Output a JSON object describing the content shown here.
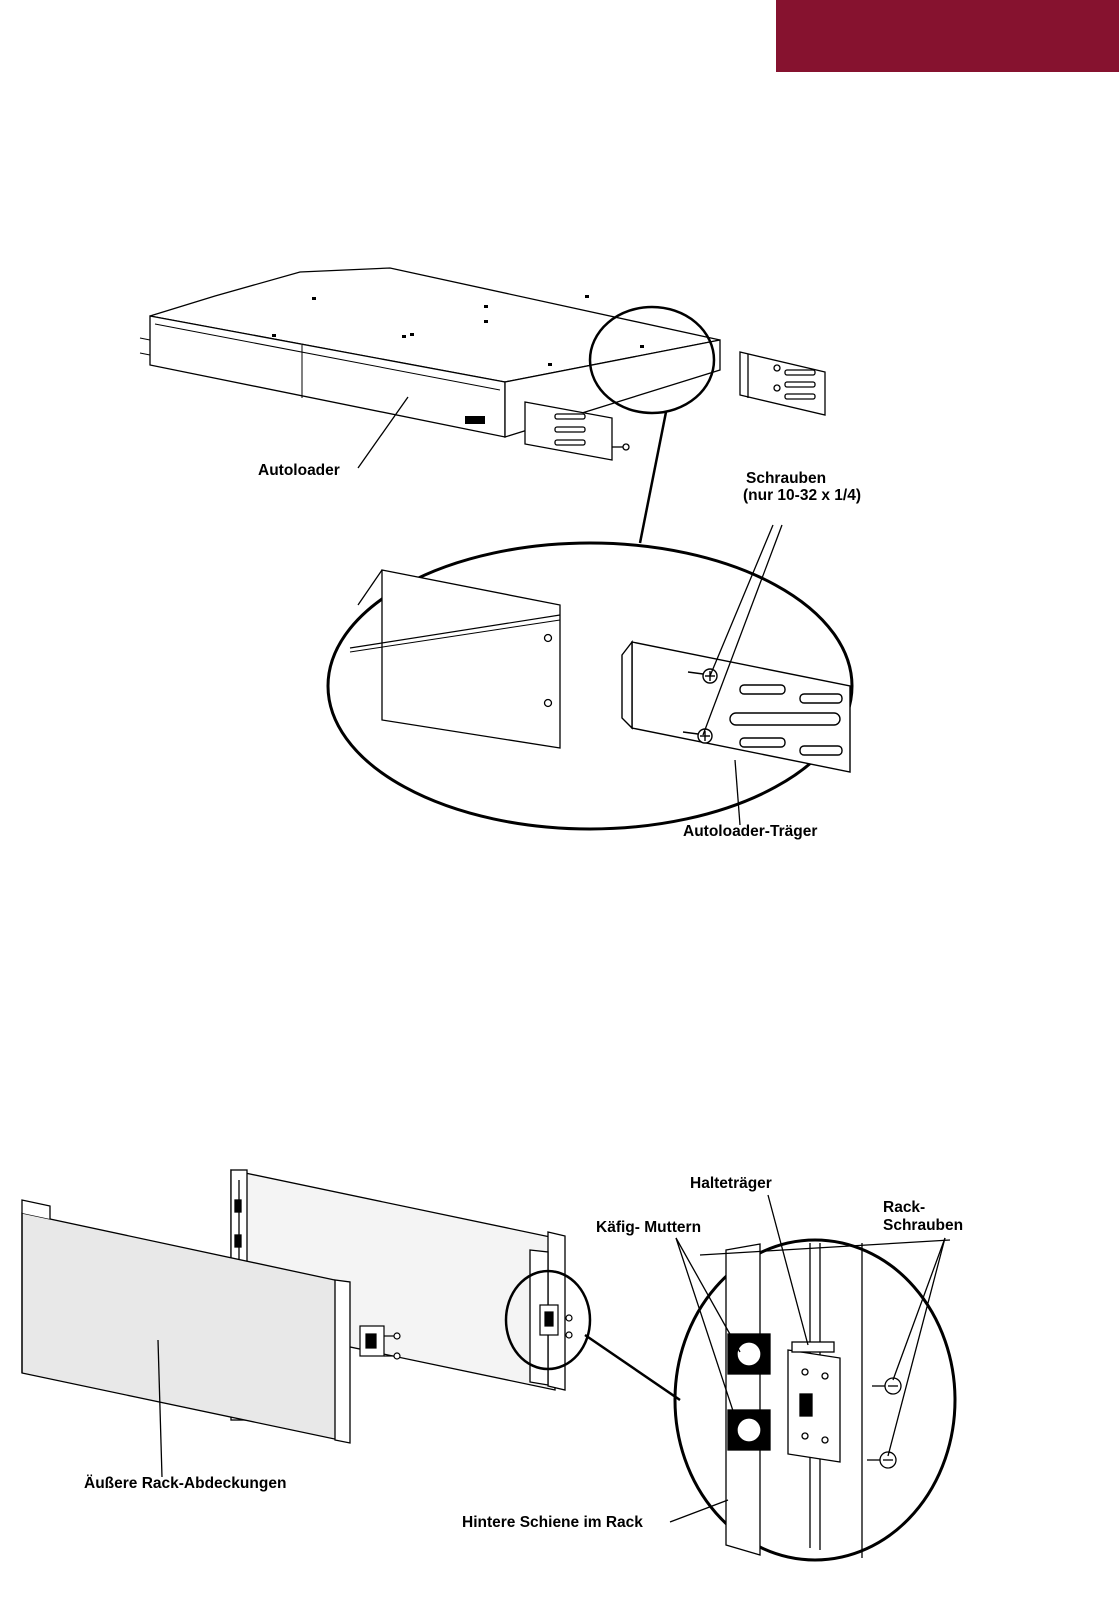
{
  "colors": {
    "header_band": "#86122f",
    "line": "#000000",
    "background": "#ffffff"
  },
  "figure_top": {
    "labels": {
      "autoloader": "Autoloader",
      "screws_line1": "Schrauben",
      "screws_line2": "(nur 10-32 x 1/4)",
      "bracket": "Autoloader-Träger"
    }
  },
  "figure_bottom": {
    "labels": {
      "holding_bracket": "Halteträger",
      "cage_nuts": "Käfig- Muttern",
      "rack_screws_line1": "Rack-",
      "rack_screws_line2": "Schrauben",
      "outer_covers": "Äußere Rack-Abdeckungen",
      "rear_rail": "Hintere Schiene im Rack"
    }
  }
}
